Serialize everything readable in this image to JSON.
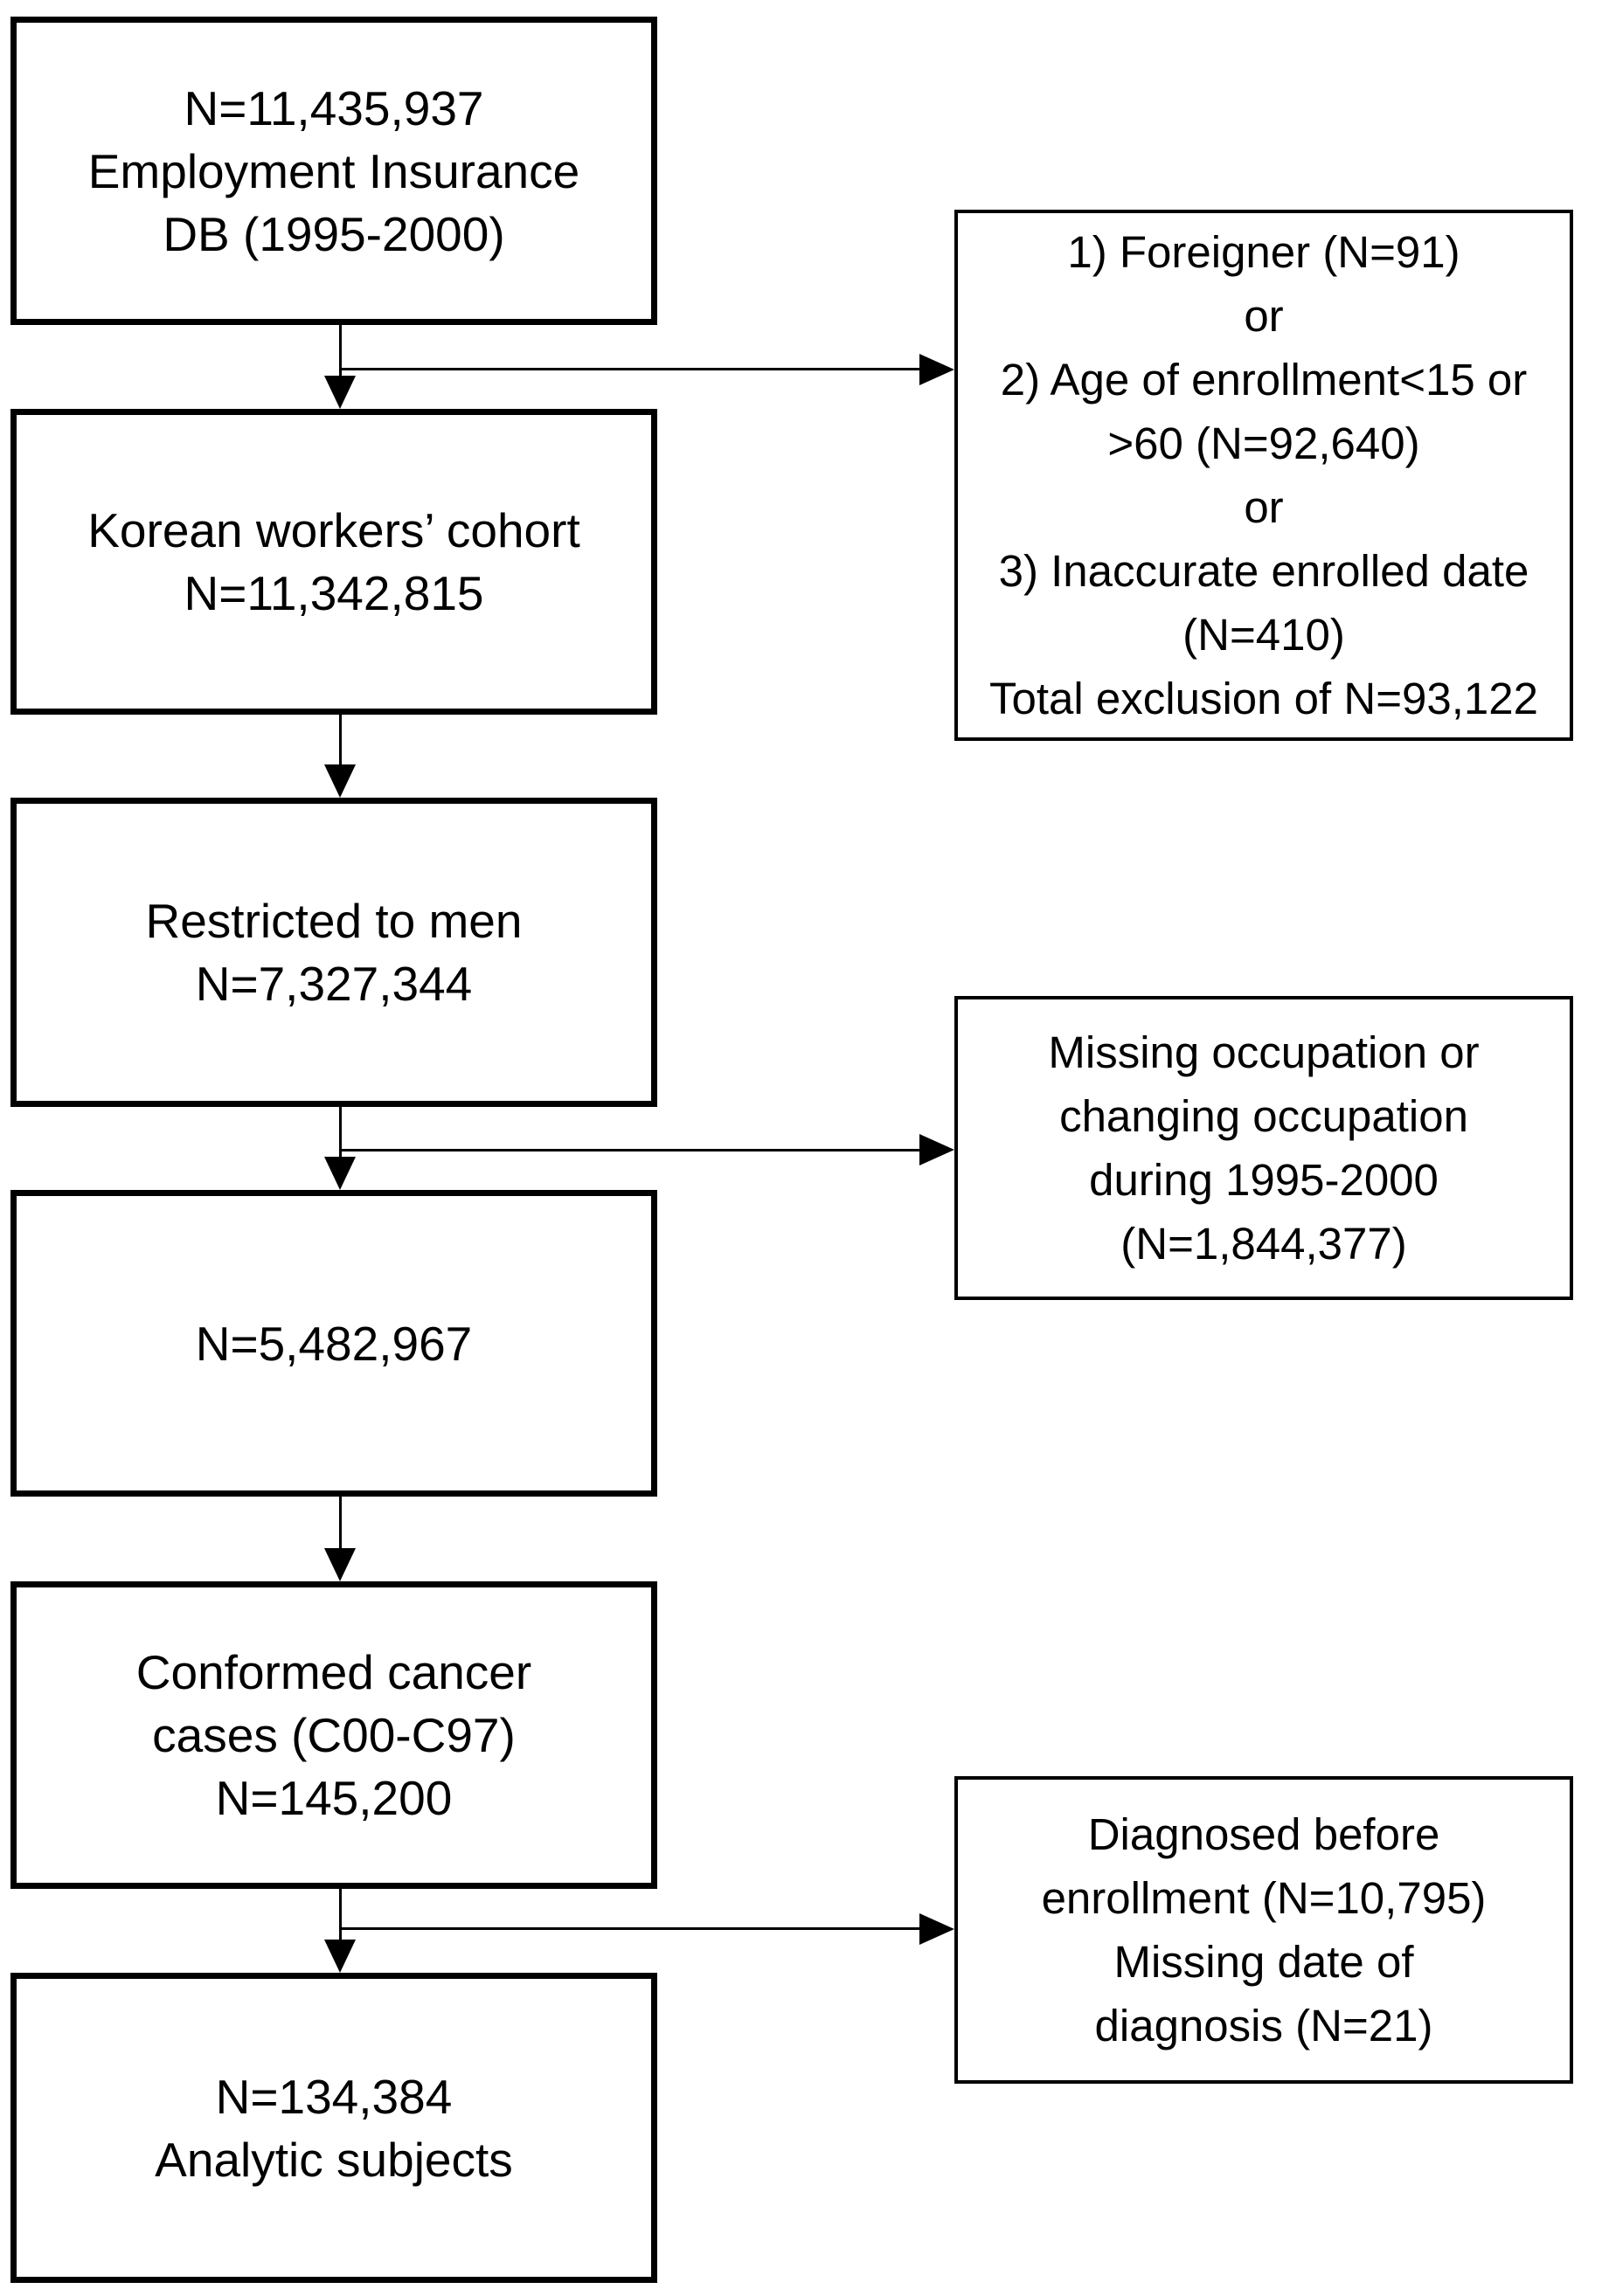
{
  "colors": {
    "background": "#ffffff",
    "line": "#000000",
    "text": "#000000"
  },
  "flow": [
    {
      "name": "employment-insurance-db",
      "lines": [
        "N=11,435,937",
        "Employment Insurance",
        "DB (1995-2000)"
      ]
    },
    {
      "name": "korean-workers-cohort",
      "lines": [
        "Korean workers’ cohort",
        "N=11,342,815"
      ]
    },
    {
      "name": "restricted-to-men",
      "lines": [
        "Restricted to men",
        "N=7,327,344"
      ]
    },
    {
      "name": "after-occupation-exclusion",
      "lines": [
        "N=5,482,967"
      ]
    },
    {
      "name": "conformed-cancer-cases",
      "lines": [
        "Conformed cancer",
        "cases (C00-C97)",
        "N=145,200"
      ]
    },
    {
      "name": "analytic-subjects",
      "lines": [
        "N=134,384",
        "Analytic subjects"
      ]
    }
  ],
  "exclusions": [
    {
      "name": "enrollment-exclusions",
      "lines": [
        "1) Foreigner (N=91)",
        "or",
        "2) Age of enrollment<15 or",
        ">60 (N=92,640)",
        "or",
        "3) Inaccurate enrolled date",
        "(N=410)",
        "Total exclusion of N=93,122"
      ]
    },
    {
      "name": "occupation-exclusions",
      "lines": [
        "Missing occupation or",
        "changing occupation",
        "during 1995-2000",
        "(N=1,844,377)"
      ]
    },
    {
      "name": "diagnosis-exclusions",
      "lines": [
        "Diagnosed before",
        "enrollment (N=10,795)",
        "Missing date of",
        "diagnosis (N=21)"
      ]
    }
  ]
}
